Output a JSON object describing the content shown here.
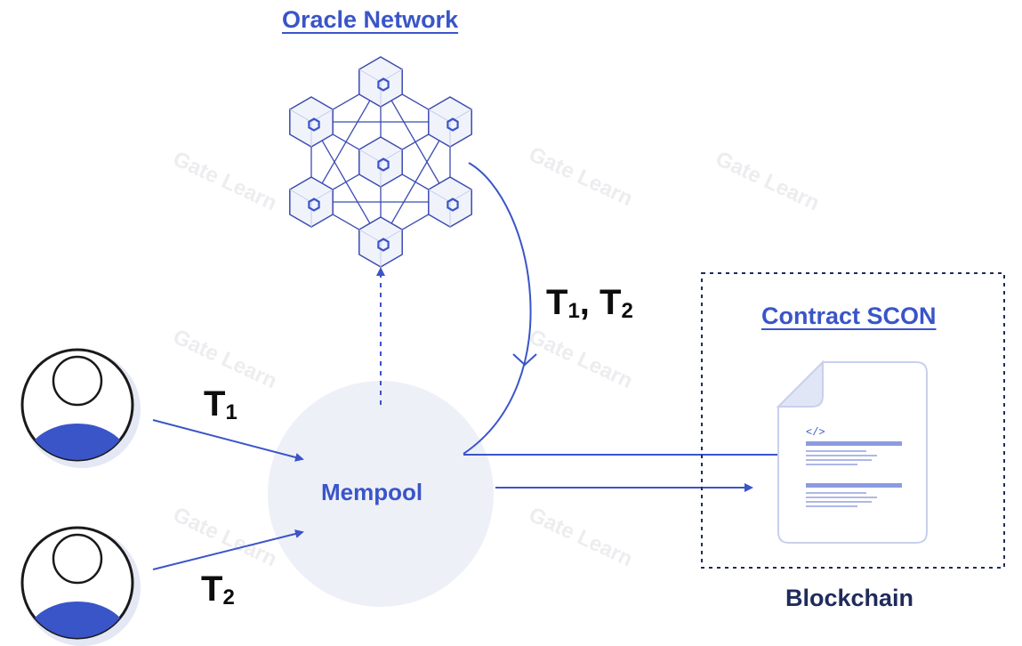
{
  "oracle": {
    "title": "Oracle Network"
  },
  "contract": {
    "title": "Contract SCON",
    "code_tag": "</>"
  },
  "mempool": {
    "label": "Mempool"
  },
  "blockchain": {
    "label": "Blockchain"
  },
  "transactions": {
    "t1": {
      "base": "T",
      "sub": "1"
    },
    "t2": {
      "base": "T",
      "sub": "2"
    },
    "combined": {
      "first_base": "T",
      "first_sub": "1",
      "sep": ", ",
      "second_base": "T",
      "second_sub": "2"
    }
  },
  "watermark": {
    "text": "Gate Learn"
  },
  "colors": {
    "accent": "#3a55c8",
    "node_fill": "#f1f3fb",
    "mempool_fill": "#eef0f8",
    "text_dark": "#0d0d0d"
  }
}
